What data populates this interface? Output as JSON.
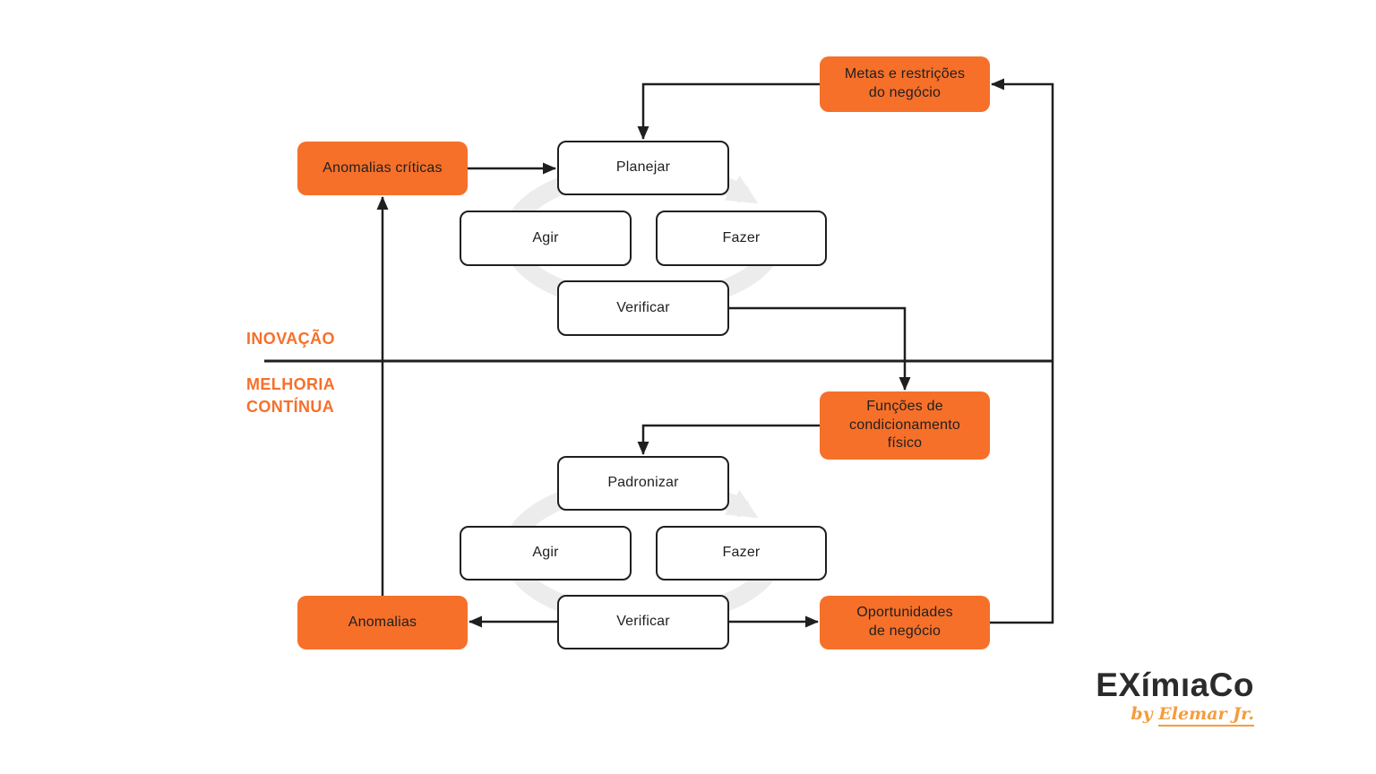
{
  "colors": {
    "accent_orange": "#F6702A",
    "line_dark": "#1F1F1F",
    "ring_gray": "#ECECEC",
    "logo_dark": "#2B2B2B",
    "byline_orange": "#F59C3C"
  },
  "section_labels": {
    "top": "INOVAÇÃO",
    "bottom_line1": "MELHORIA",
    "bottom_line2": "CONTÍNUA"
  },
  "top_cycle": {
    "plan": "Planejar",
    "act": "Agir",
    "do": "Fazer",
    "check": "Verificar"
  },
  "bottom_cycle": {
    "standardize": "Padronizar",
    "act": "Agir",
    "do": "Fazer",
    "check": "Verificar"
  },
  "orange_boxes": {
    "metas": {
      "line1": "Metas e restrições",
      "line2": "do negócio"
    },
    "anomalias_criticas": {
      "label": "Anomalias críticas"
    },
    "funcoes": {
      "line1": "Funções de",
      "line2": "condicionamento",
      "line3": "físico"
    },
    "anomalias": {
      "label": "Anomalias"
    },
    "oportunidades": {
      "line1": "Oportunidades",
      "line2": "de negócio"
    }
  },
  "logo": {
    "brand": "EXímıaCo",
    "by": "by",
    "author": "Elemar Jr."
  }
}
